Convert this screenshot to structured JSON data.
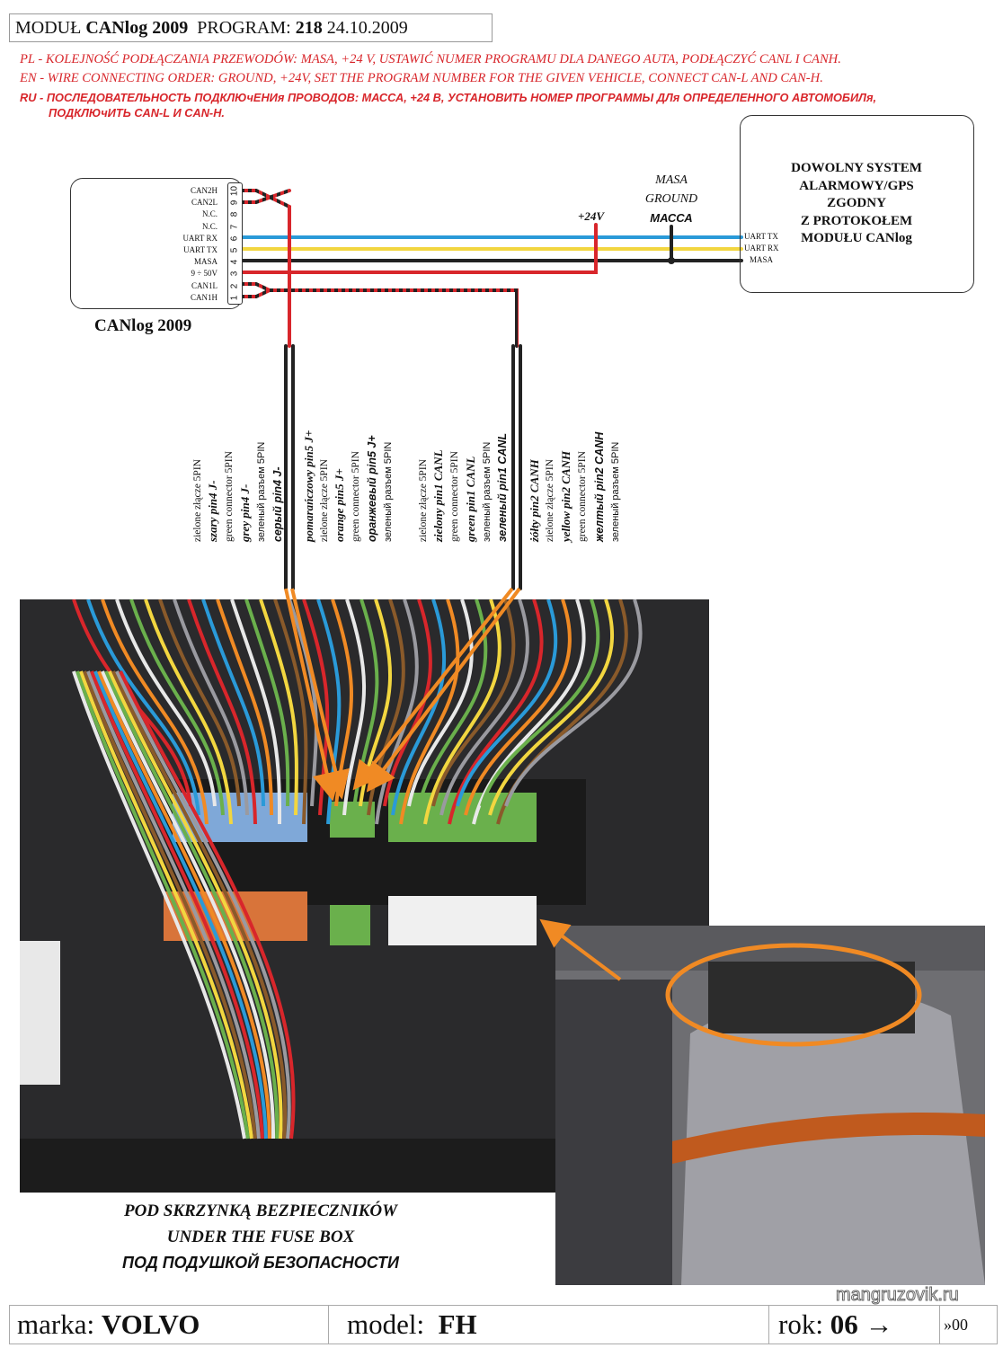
{
  "header": {
    "module_label": "MODUŁ",
    "module_name": "CANlog 2009",
    "program_label": "PROGRAM:",
    "program_number": "218",
    "date": "24.10.2009"
  },
  "instructions": {
    "pl": "PL - KOLEJNOŚĆ PODŁĄCZANIA PRZEWODÓW: MASA, +24 V, USTAWIĆ NUMER PROGRAMU DLA DANEGO AUTA, PODŁĄCZYĆ CANL I CANH.",
    "en": "EN - WIRE CONNECTING ORDER: GROUND, +24V, SET THE PROGRAM NUMBER FOR THE GIVEN VEHICLE, CONNECT CAN-L AND CAN-H.",
    "ru1": "RU - ПОСЛЕДОВАТЕЛЬНОСТЬ ПОДКЛЮчЕНИя ПРОВОДОВ: МАССА, +24 В, УСТАНОВИТЬ НОМЕР ПРОГРАММЫ ДЛя ОПРЕДЕЛЕННОГО АВТОМОБИЛя,",
    "ru2": "ПОДКЛЮчИТЬ CAN-L И CAN-H."
  },
  "module": {
    "name": "CANlog 2009",
    "pins": [
      {
        "num": "10",
        "label": "CAN2H"
      },
      {
        "num": "9",
        "label": "CAN2L"
      },
      {
        "num": "8",
        "label": "N.C."
      },
      {
        "num": "7",
        "label": "N.C."
      },
      {
        "num": "6",
        "label": "UART RX"
      },
      {
        "num": "5",
        "label": "UART TX"
      },
      {
        "num": "4",
        "label": "MASA"
      },
      {
        "num": "3",
        "label": "9 ÷ 50V"
      },
      {
        "num": "2",
        "label": "CAN1L"
      },
      {
        "num": "1",
        "label": "CAN1H"
      }
    ]
  },
  "power": {
    "plus": "+24V",
    "ground_pl": "MASA",
    "ground_en": "GROUND",
    "ground_ru": "МАССА"
  },
  "external_system": {
    "lines": [
      "DOWOLNY SYSTEM",
      "ALARMOWY/GPS",
      "ZGODNY",
      "Z PROTOKOŁEM",
      "MODUŁU CANlog"
    ],
    "pins": [
      "UART TX",
      "UART RX",
      "MASA"
    ]
  },
  "wire_colors": {
    "uart_rx": "#2a9ad8",
    "uart_tx": "#f2d640",
    "ground": "#222222",
    "power": "#d8262b",
    "arrow": "#f08a24"
  },
  "wire_labels": [
    [
      "zielone złącze 5PIN",
      "szary pin4 J-",
      "green connector 5PIN",
      "grey pin4 J-",
      "зеленый разъем 5PIN",
      "серый pin4 J-"
    ],
    [
      "pomarańczowy pin5 J+",
      "zielone złącze 5PIN",
      "orange pin5 J+",
      "green connector 5PIN",
      "оранжевый pin5 J+",
      "зеленый разъем 5PIN"
    ],
    [
      "zielone złącze 5PIN",
      "zielony pin1 CANL",
      "green connector 5PIN",
      "green pin1 CANL",
      "зеленый разъем 5PIN",
      "зеленый pin1 CANL"
    ],
    [
      "żółty pin2 CANH",
      "zielone złącze 5PIN",
      "yellow pin2 CANH",
      "green connector 5PIN",
      "желтый pin2 CANH",
      "зеленый разъем 5PIN"
    ]
  ],
  "photo_caption": {
    "pl": "POD SKRZYNKĄ BEZPIECZNIKÓW",
    "en": "UNDER THE FUSE BOX",
    "ru": "ПОД ПОДУШКОЙ БЕЗОПАСНОСТИ"
  },
  "footer": {
    "make_label": "marka:",
    "make": "VOLVO",
    "model_label": "model:",
    "model": "FH",
    "year_label": "rok:",
    "year": "06 →",
    "year_end": "»00"
  },
  "watermark": "mangruzovik.ru"
}
